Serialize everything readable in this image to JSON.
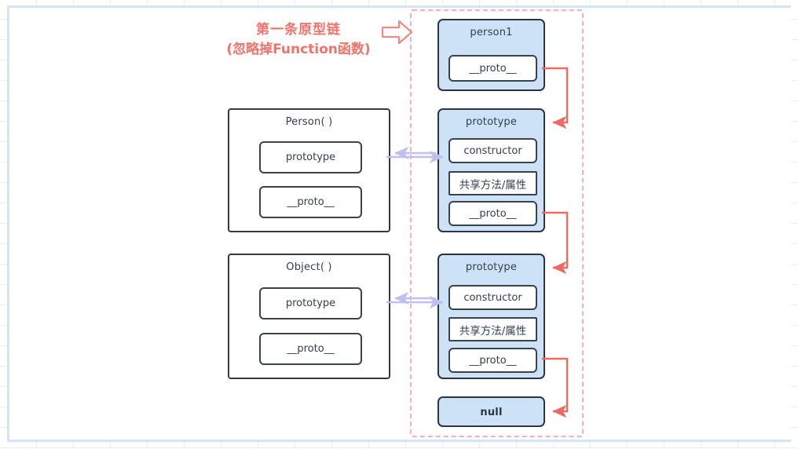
{
  "canvas": {
    "background_color": "#ffffff",
    "grid_color": "#c8daeb",
    "frame_color": "#d3e5f6"
  },
  "caption": {
    "line1": "第一条原型链",
    "line2": "(忽略掉Function函数)",
    "color": "#f4726a",
    "arrow_icon": "block-arrow-right-icon"
  },
  "group": {
    "label": "prototype-chain-group",
    "border_color": "#f2b2ae",
    "border_style": "dashed"
  },
  "palette": {
    "node_fill_blue": "#cde2f7",
    "node_fill_white": "#ffffff",
    "node_stroke": "#2b3440",
    "red_arrow": "#ee6b61",
    "purple_arrow": "#bfc0ef",
    "text": "#33404f"
  },
  "nodes": {
    "person1": {
      "title": "person1",
      "slots": [
        "__proto__"
      ]
    },
    "person_ctor": {
      "title": "Person( )",
      "slots": [
        "prototype",
        "__proto__"
      ]
    },
    "person_prototype": {
      "title": "prototype",
      "slots": [
        "constructor",
        "共享方法/属性",
        "__proto__"
      ]
    },
    "object_ctor": {
      "title": "Object( )",
      "slots": [
        "prototype",
        "__proto__"
      ]
    },
    "object_prototype": {
      "title": "prototype",
      "slots": [
        "constructor",
        "共享方法/属性",
        "__proto__"
      ]
    },
    "null_node": {
      "title": "null",
      "slots": []
    }
  },
  "edges": [
    {
      "name": "person1-proto-to-person-prototype",
      "color": "#ee6b61",
      "style": "solid-elbow"
    },
    {
      "name": "person-prototype-proto-to-object-prototype",
      "color": "#ee6b61",
      "style": "solid-elbow"
    },
    {
      "name": "object-prototype-proto-to-null",
      "color": "#ee6b61",
      "style": "solid-elbow"
    },
    {
      "name": "person-prototype-bidirectional-link",
      "color": "#bfc0ef",
      "style": "double-arrow"
    },
    {
      "name": "object-prototype-bidirectional-link",
      "color": "#bfc0ef",
      "style": "double-arrow"
    }
  ]
}
